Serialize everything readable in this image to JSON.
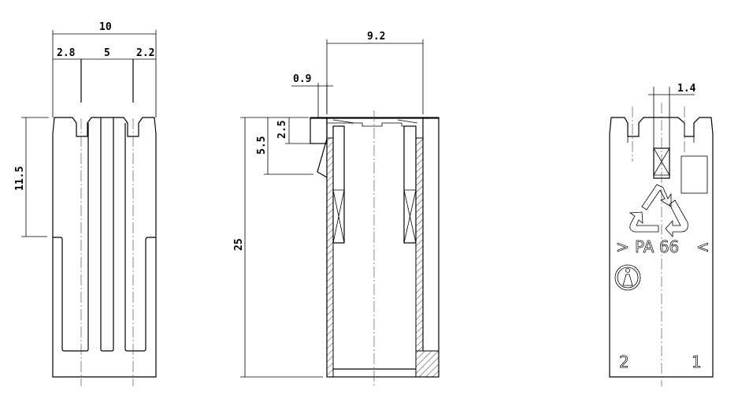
{
  "front_view": {
    "dimensions": {
      "overall_width": "10",
      "left_pitch": "2.8",
      "pitch": "5",
      "right_pitch": "2.2",
      "slot_depth": "11.5"
    }
  },
  "section_view": {
    "dimensions": {
      "width": "9.2",
      "latch_offset": "0.9",
      "tab_height": "2.5",
      "latch_depth": "5.5",
      "height": "25"
    }
  },
  "rear_view": {
    "dimensions": {
      "contact_width": "1.4"
    },
    "marking": {
      "material": "PA 66",
      "left_arrow": ">",
      "right_arrow": "<",
      "pin_2": "2",
      "pin_1": "1"
    }
  },
  "colors": {
    "line": "#000000",
    "background": "#ffffff"
  }
}
